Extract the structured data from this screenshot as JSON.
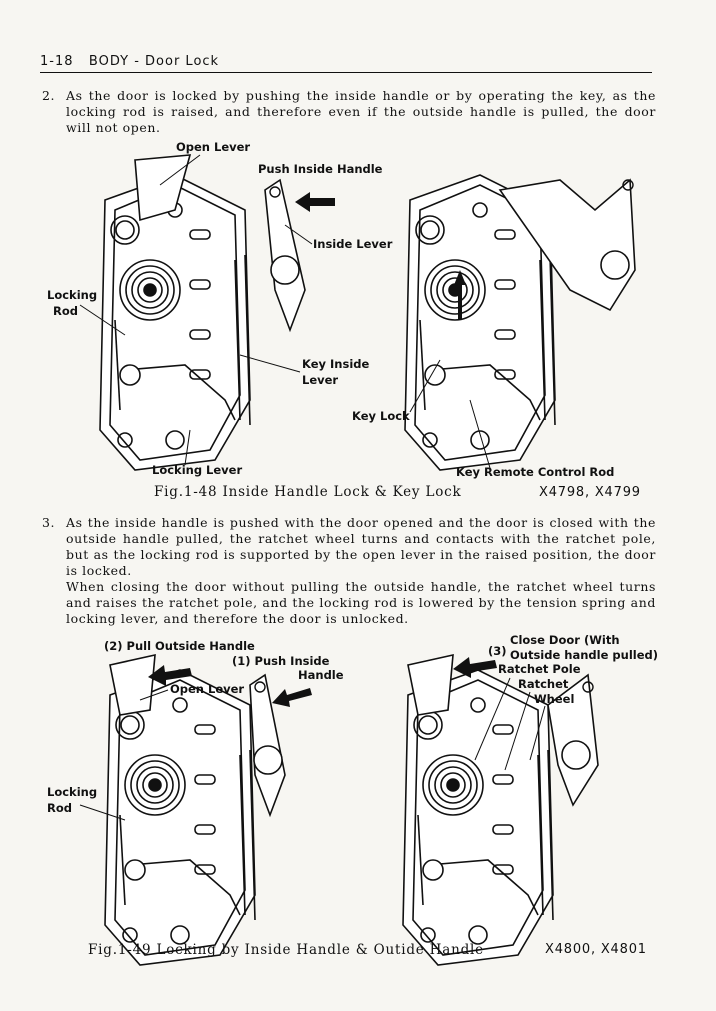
{
  "header": {
    "page": "1-18",
    "section": "BODY - Door Lock"
  },
  "para2": {
    "num": "2.",
    "text": "As the door is locked by pushing the inside handle or by operating the key, as the locking rod is raised, and therefore even if the outside handle is pulled, the door will not open."
  },
  "fig48": {
    "labels": {
      "open_lever": "Open Lever",
      "push_inside_handle": "Push Inside Handle",
      "inside_lever": "Inside Lever",
      "locking": "Locking",
      "rod": "Rod",
      "key_inside": "Key Inside",
      "lever": "Lever",
      "key_lock": "Key Lock",
      "locking_lever": "Locking Lever",
      "key_remote_control_rod": "Key Remote Control Rod"
    },
    "caption": "Fig.1-48   Inside Handle Lock & Key Lock",
    "code": "X4798, X4799"
  },
  "para3": {
    "num": "3.",
    "text1": "As the inside handle is pushed with the door opened and the door is closed with the outside handle pulled, the ratchet wheel turns and contacts with the ratchet pole, but as the locking rod is supported by the open lever in the raised position, the door is locked.",
    "text2": "When closing the door without pulling the outside handle, the ratchet wheel turns and raises the ratchet pole, and the locking rod is lowered by the tension spring and locking lever, and therefore the door is unlocked."
  },
  "fig49": {
    "labels": {
      "pull_outside_handle": "(2) Pull Outside Handle",
      "push_inside": "(1) Push Inside",
      "handle": "Handle",
      "open_lever": "Open Lever",
      "locking": "Locking",
      "rod": "Rod",
      "close_door_num": "(3)",
      "close_door": "Close Door (With",
      "outside_handle_pulled": "Outside handle pulled)",
      "ratchet_pole": "Ratchet Pole",
      "ratchet": "Ratchet",
      "wheel": "Wheel"
    },
    "caption": "Fig.1-49   Locking by Inside Handle & Outide Handle",
    "code": "X4800, X4801"
  }
}
